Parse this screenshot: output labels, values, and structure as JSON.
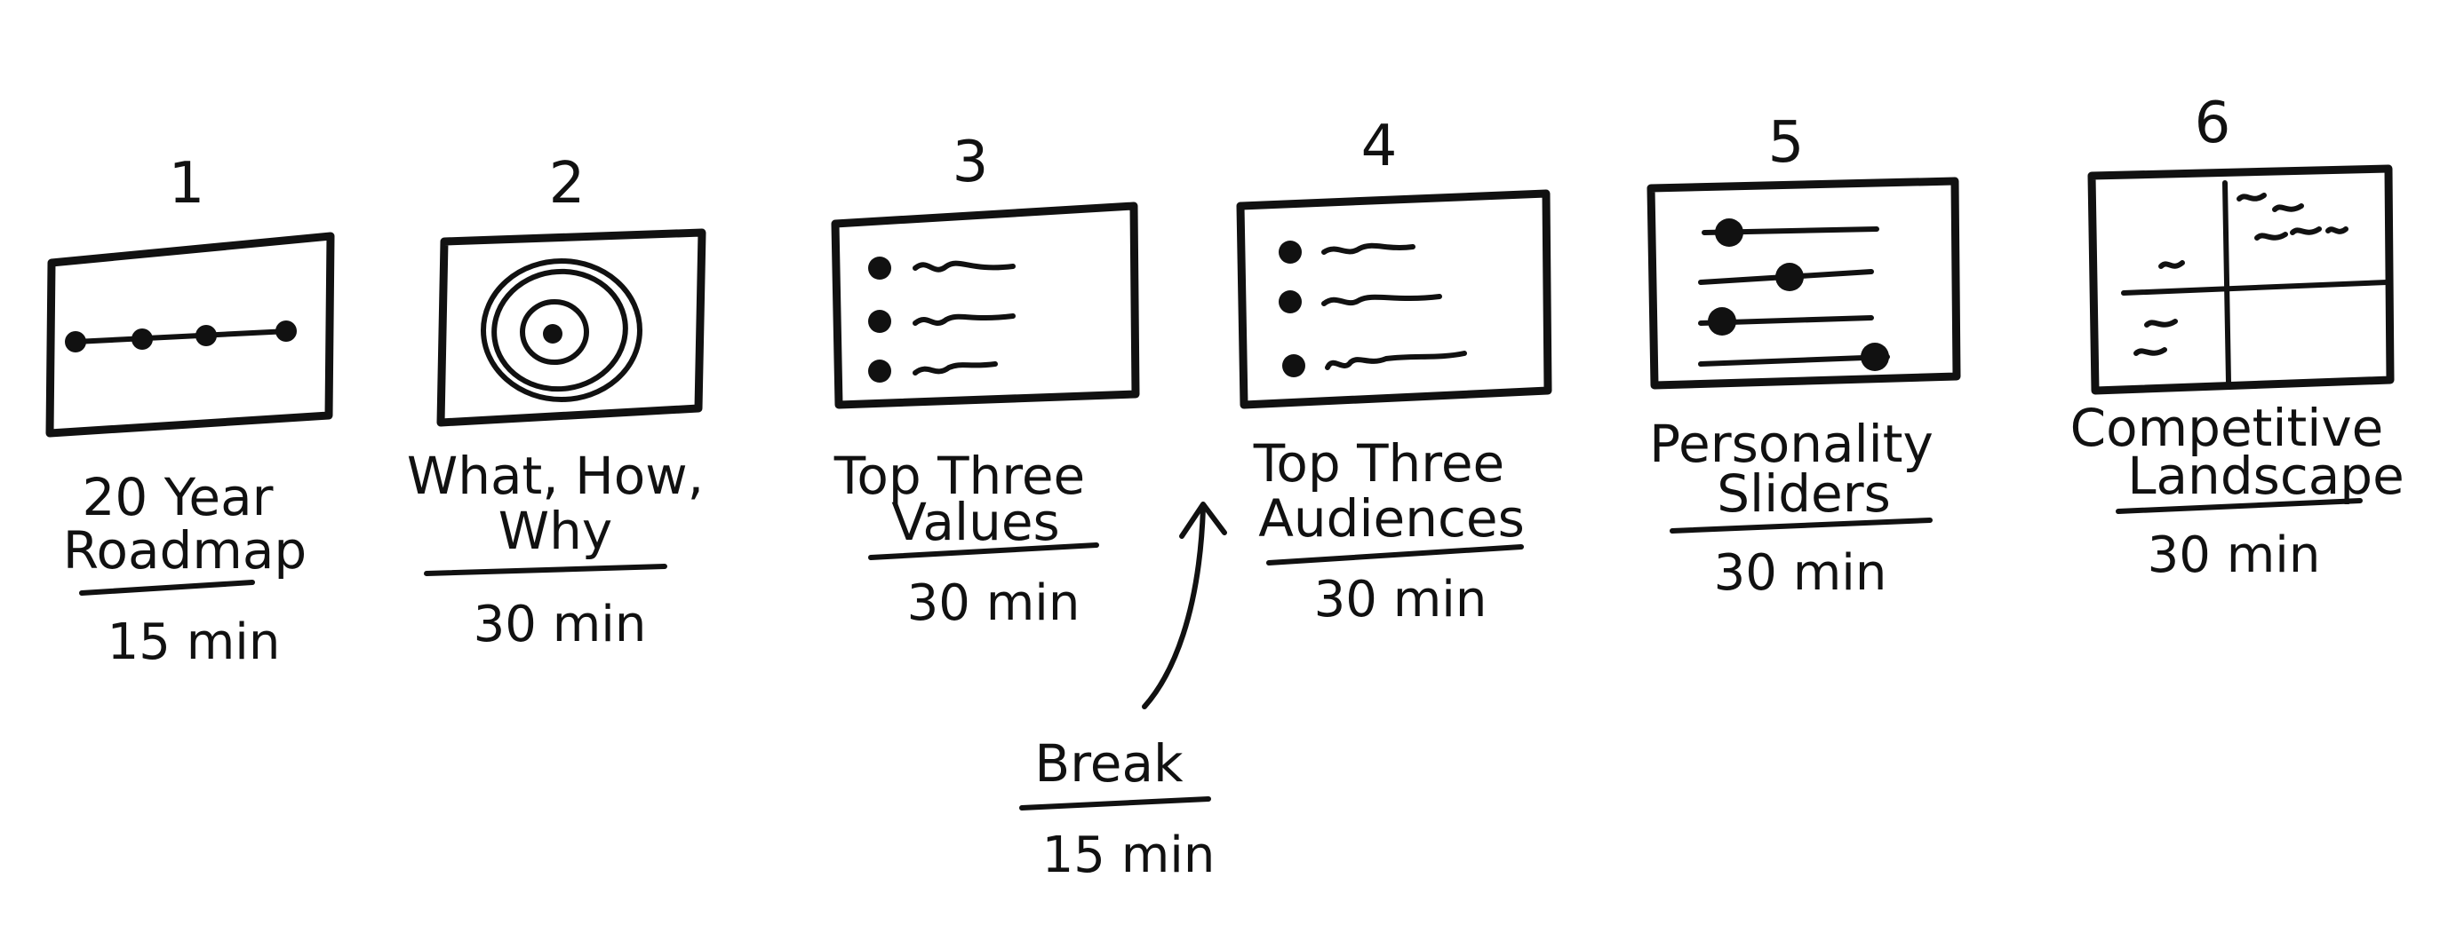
{
  "steps": [
    {
      "number": "1",
      "title_lines": [
        "20 Year",
        "Roadmap"
      ],
      "duration": "15 min",
      "icon": "timeline-icon"
    },
    {
      "number": "2",
      "title_lines": [
        "What, How,",
        "Why"
      ],
      "duration": "30 min",
      "icon": "target-icon"
    },
    {
      "number": "3",
      "title_lines": [
        "Top Three",
        "Values"
      ],
      "duration": "30 min",
      "icon": "bullet-list-icon"
    },
    {
      "number": "4",
      "title_lines": [
        "Top Three",
        "Audiences"
      ],
      "duration": "30 min",
      "icon": "bullet-list-icon"
    },
    {
      "number": "5",
      "title_lines": [
        "Personality",
        "Sliders"
      ],
      "duration": "30 min",
      "icon": "sliders-icon"
    },
    {
      "number": "6",
      "title_lines": [
        "Competitive",
        "Landscape"
      ],
      "duration": "30 min",
      "icon": "quadrant-icon"
    }
  ],
  "break": {
    "label": "Break",
    "duration": "15 min"
  },
  "colors": {
    "ink": "#111111",
    "paper": "#ffffff"
  }
}
